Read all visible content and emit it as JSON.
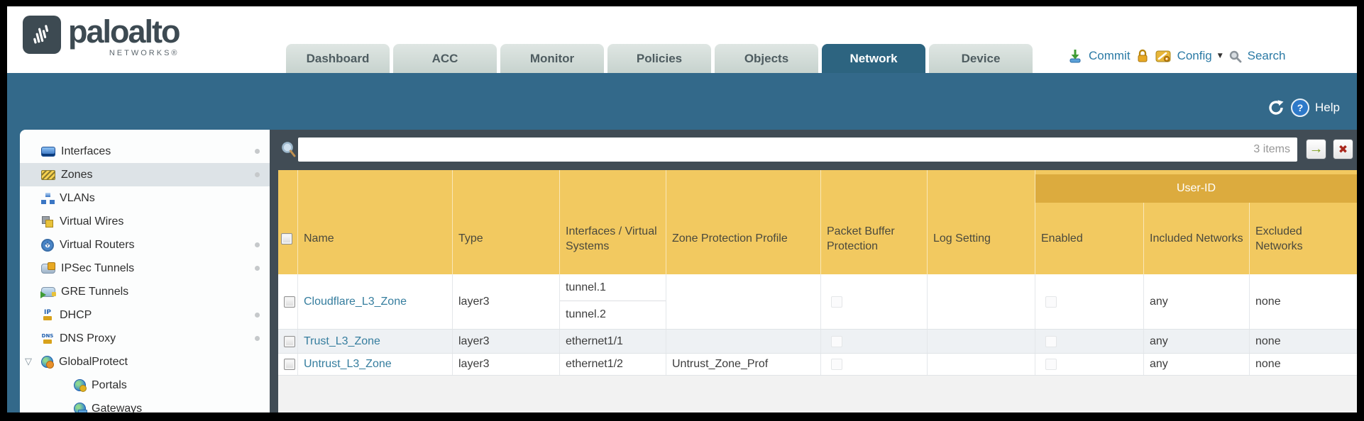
{
  "brand": {
    "name": "paloalto",
    "subtitle": "NETWORKS®"
  },
  "nav_tabs": [
    {
      "label": "Dashboard",
      "active": false
    },
    {
      "label": "ACC",
      "active": false
    },
    {
      "label": "Monitor",
      "active": false
    },
    {
      "label": "Policies",
      "active": false
    },
    {
      "label": "Objects",
      "active": false
    },
    {
      "label": "Network",
      "active": true
    },
    {
      "label": "Device",
      "active": false
    }
  ],
  "header_actions": {
    "commit": "Commit",
    "config": "Config",
    "search": "Search"
  },
  "teal_bar": {
    "help_label": "Help"
  },
  "sidebar": {
    "items": [
      {
        "label": "Interfaces",
        "icon": "interfaces-icon",
        "dot": true,
        "selected": false
      },
      {
        "label": "Zones",
        "icon": "zones-icon",
        "dot": true,
        "selected": true
      },
      {
        "label": "VLANs",
        "icon": "vlans-icon",
        "dot": false,
        "selected": false
      },
      {
        "label": "Virtual Wires",
        "icon": "virtual-wires-icon",
        "dot": false,
        "selected": false
      },
      {
        "label": "Virtual Routers",
        "icon": "virtual-routers-icon",
        "dot": true,
        "selected": false
      },
      {
        "label": "IPSec Tunnels",
        "icon": "ipsec-tunnels-icon",
        "dot": true,
        "selected": false
      },
      {
        "label": "GRE Tunnels",
        "icon": "gre-tunnels-icon",
        "dot": false,
        "selected": false
      },
      {
        "label": "DHCP",
        "icon": "dhcp-icon",
        "dot": true,
        "selected": false
      },
      {
        "label": "DNS Proxy",
        "icon": "dns-proxy-icon",
        "dot": true,
        "selected": false
      },
      {
        "label": "GlobalProtect",
        "icon": "globalprotect-icon",
        "dot": false,
        "selected": false,
        "expandable": true
      },
      {
        "label": "Portals",
        "icon": "portals-icon",
        "dot": false,
        "selected": false,
        "indent": 1
      },
      {
        "label": "Gateways",
        "icon": "gateways-icon",
        "dot": false,
        "selected": false,
        "indent": 1
      }
    ],
    "icon_chars": {
      "virtual_routers": "✛",
      "dhcp": "IP",
      "dns": "DNS"
    }
  },
  "toolbar": {
    "item_count": "3 items",
    "search_value": ""
  },
  "table": {
    "group_header": "User-ID",
    "columns": [
      "Name",
      "Type",
      "Interfaces / Virtual Systems",
      "Zone Protection Profile",
      "Packet Buffer Protection",
      "Log Setting",
      "Enabled",
      "Included Networks",
      "Excluded Networks"
    ],
    "rows": [
      {
        "name": "Cloudflare_L3_Zone",
        "type": "layer3",
        "interfaces": [
          "tunnel.1",
          "tunnel.2"
        ],
        "zone_protection_profile": "",
        "log_setting": "",
        "included_networks": "any",
        "excluded_networks": "none"
      },
      {
        "name": "Trust_L3_Zone",
        "type": "layer3",
        "interfaces": [
          "ethernet1/1"
        ],
        "zone_protection_profile": "",
        "log_setting": "",
        "included_networks": "any",
        "excluded_networks": "none"
      },
      {
        "name": "Untrust_L3_Zone",
        "type": "layer3",
        "interfaces": [
          "ethernet1/2"
        ],
        "zone_protection_profile": "Untrust_Zone_Prof",
        "log_setting": "",
        "included_networks": "any",
        "excluded_networks": "none"
      }
    ]
  },
  "glyphs": {
    "go_arrow": "→",
    "close_x": "✖",
    "caret": "▼",
    "expander": "▽",
    "help_q": "?"
  },
  "colors": {
    "teal_band": "#33698a",
    "active_tab": "#2d6480",
    "slate": "#414c55",
    "gold_header": "#f2c960",
    "gold_group": "#dcab3e",
    "link_blue": "#2b7aa5",
    "row_link": "#357d9e",
    "row_alt": "#eef1f4"
  }
}
